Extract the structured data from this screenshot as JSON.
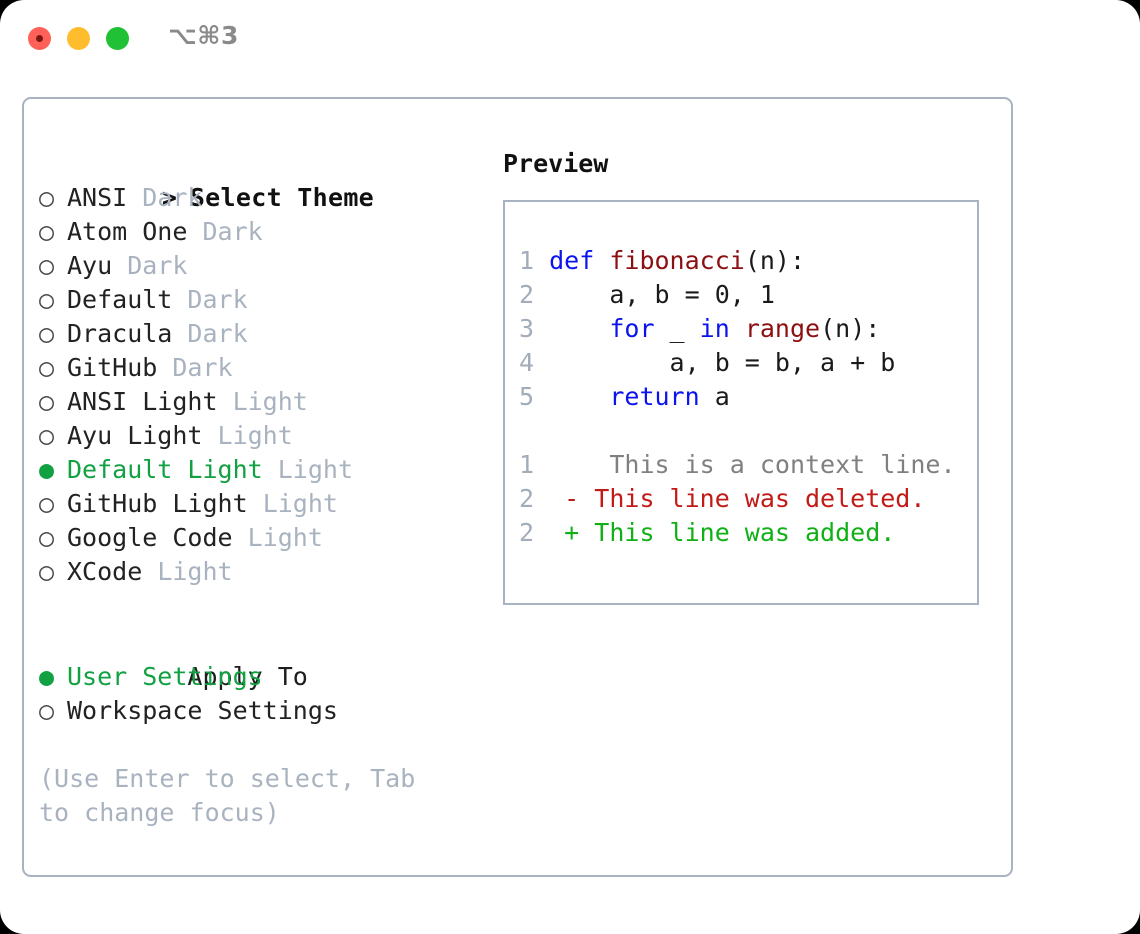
{
  "titlebar": {
    "shortcut": "⌥⌘3",
    "buttons": [
      "close",
      "minimize",
      "maximize"
    ]
  },
  "theme_picker": {
    "header_marker": ">",
    "header_label": "Select Theme",
    "marker_selected": "●",
    "marker_unselected": "○",
    "items": [
      {
        "name": "ANSI",
        "tag": "Dark",
        "selected": false
      },
      {
        "name": "Atom One",
        "tag": "Dark",
        "selected": false
      },
      {
        "name": "Ayu",
        "tag": "Dark",
        "selected": false
      },
      {
        "name": "Default",
        "tag": "Dark",
        "selected": false
      },
      {
        "name": "Dracula",
        "tag": "Dark",
        "selected": false
      },
      {
        "name": "GitHub",
        "tag": "Dark",
        "selected": false
      },
      {
        "name": "ANSI Light",
        "tag": "Light",
        "selected": false
      },
      {
        "name": "Ayu Light",
        "tag": "Light",
        "selected": false
      },
      {
        "name": "Default Light",
        "tag": "Light",
        "selected": true
      },
      {
        "name": "GitHub Light",
        "tag": "Light",
        "selected": false
      },
      {
        "name": "Google Code",
        "tag": "Light",
        "selected": false
      },
      {
        "name": "XCode",
        "tag": "Light",
        "selected": false
      }
    ]
  },
  "apply_to": {
    "header_label": "Apply To",
    "items": [
      {
        "name": "User Settings",
        "selected": true
      },
      {
        "name": "Workspace Settings",
        "selected": false
      }
    ]
  },
  "hint": "(Use Enter to select, Tab to change focus)",
  "preview": {
    "title": "Preview",
    "code_lines": [
      {
        "num": "1",
        "tokens": [
          {
            "t": "def",
            "c": "kw"
          },
          {
            "t": " ",
            "c": "pl"
          },
          {
            "t": "fibonacci",
            "c": "fn"
          },
          {
            "t": "(n):",
            "c": "pl"
          }
        ]
      },
      {
        "num": "2",
        "tokens": [
          {
            "t": "    a, b = 0, 1",
            "c": "pl"
          }
        ]
      },
      {
        "num": "3",
        "tokens": [
          {
            "t": "    ",
            "c": "pl"
          },
          {
            "t": "for",
            "c": "kw"
          },
          {
            "t": " _ ",
            "c": "pl"
          },
          {
            "t": "in",
            "c": "kw"
          },
          {
            "t": " ",
            "c": "pl"
          },
          {
            "t": "range",
            "c": "fn"
          },
          {
            "t": "(n):",
            "c": "pl"
          }
        ]
      },
      {
        "num": "4",
        "tokens": [
          {
            "t": "        a, b = b, a + b",
            "c": "pl"
          }
        ]
      },
      {
        "num": "5",
        "tokens": [
          {
            "t": "    ",
            "c": "pl"
          },
          {
            "t": "return",
            "c": "kw"
          },
          {
            "t": " a",
            "c": "pl"
          }
        ]
      }
    ],
    "diff_lines": [
      {
        "num": "1",
        "sign": " ",
        "text": "  This is a context line.",
        "kind": "ctx"
      },
      {
        "num": "2",
        "sign": "-",
        "text": " This line was deleted.",
        "kind": "del"
      },
      {
        "num": "2",
        "sign": "+",
        "text": " This line was added.",
        "kind": "add"
      }
    ]
  },
  "colors": {
    "selected_green": "#12a142",
    "tag_grey": "#a9b3c0",
    "border": "#a8b2c1",
    "keyword_blue": "#0b14ef",
    "function_red": "#8c0f12",
    "diff_delete": "#c21a17",
    "diff_add": "#11b016",
    "line_number": "#a3adba"
  }
}
